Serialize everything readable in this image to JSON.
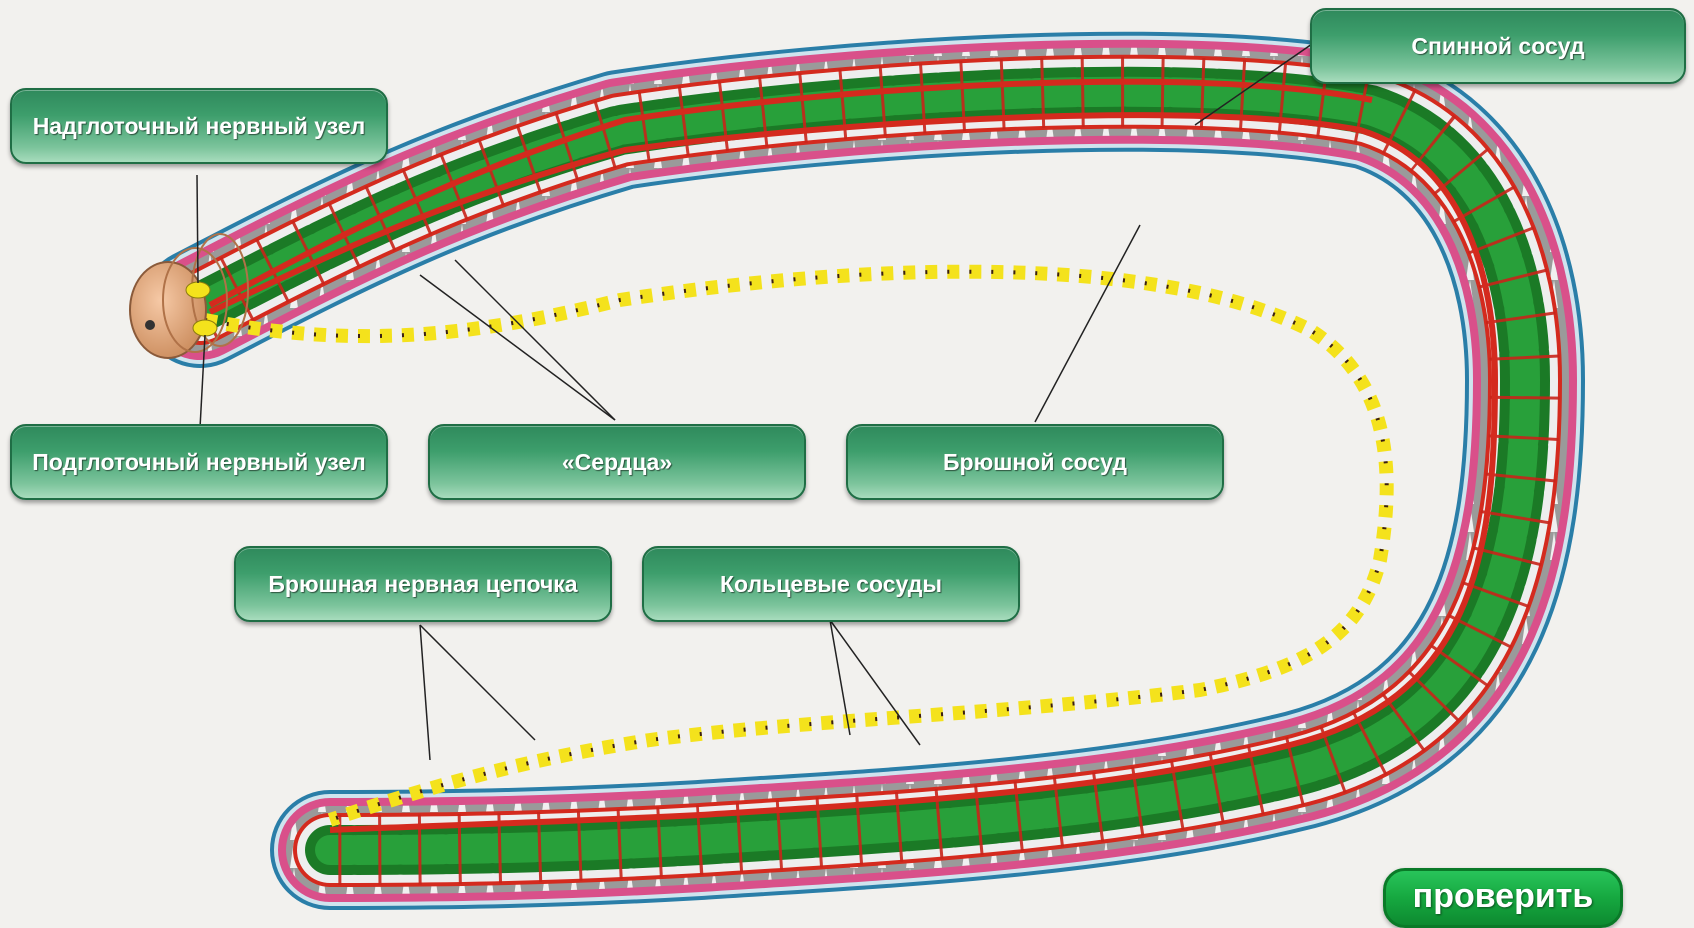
{
  "labels": {
    "dorsal_vessel": "Спинной сосуд",
    "supraesophageal": "Надглоточный нервный узел",
    "subesophageal": "Подглоточный нервный узел",
    "hearts": "«Сердца»",
    "ventral_vessel": "Брюшной сосуд",
    "nerve_chain": "Брюшная нервная цепочка",
    "ring_vessels": "Кольцевые сосуды"
  },
  "check_button": "проверить",
  "colors": {
    "background": "#f2f1ee",
    "body_pink": "#d9508a",
    "body_outline": "#2a7ea8",
    "muscle_gray": "#8d8d8d",
    "gut_green": "#1f8a2c",
    "blood_red": "#d42a1e",
    "nerve_yellow": "#f4e21c",
    "label_green": "#2f8a5c"
  }
}
